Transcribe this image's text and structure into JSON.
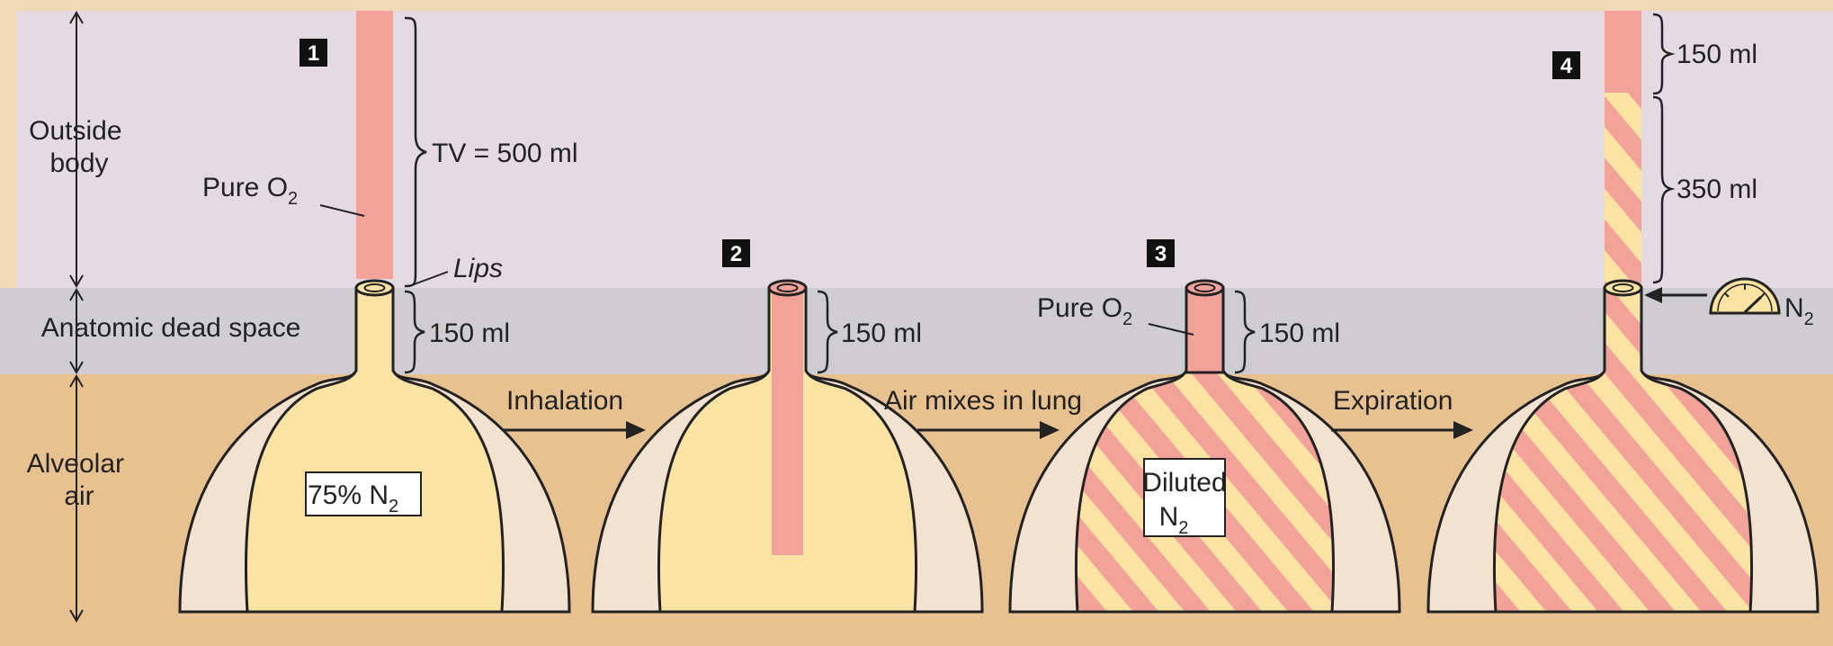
{
  "zones": {
    "outside": "Outside body",
    "outside_line1": "Outside",
    "outside_line2": "body",
    "dead_space": "Anatomic dead space",
    "alveolar_line1": "Alveolar",
    "alveolar_line2": "air"
  },
  "steps": [
    {
      "number": "1"
    },
    {
      "number": "2"
    },
    {
      "number": "3"
    },
    {
      "number": "4"
    }
  ],
  "labels": {
    "pure_o2": "Pure O",
    "o2_sub": "2",
    "tv": "TV = 500 ml",
    "lips": "Lips",
    "dead_volume": "150 ml",
    "n2_percent": "75% N",
    "n2_sub": "2",
    "diluted_line1": "Diluted",
    "diluted_line2": "N",
    "step4_top": "150 ml",
    "step4_mid": "350 ml",
    "meter_label": "N",
    "meter_sub": "2"
  },
  "transitions": [
    "Inhalation",
    "Air mixes in lung",
    "Expiration"
  ],
  "colors": {
    "background": "#f1d9b8",
    "outside": "#e3dbe1",
    "dead_space": "#cfcdd1",
    "alveolar": "#e8c190",
    "lung_wall": "#f3e2cf",
    "nitrogen": "#fbe3a3",
    "oxygen": "#f3a29a"
  }
}
